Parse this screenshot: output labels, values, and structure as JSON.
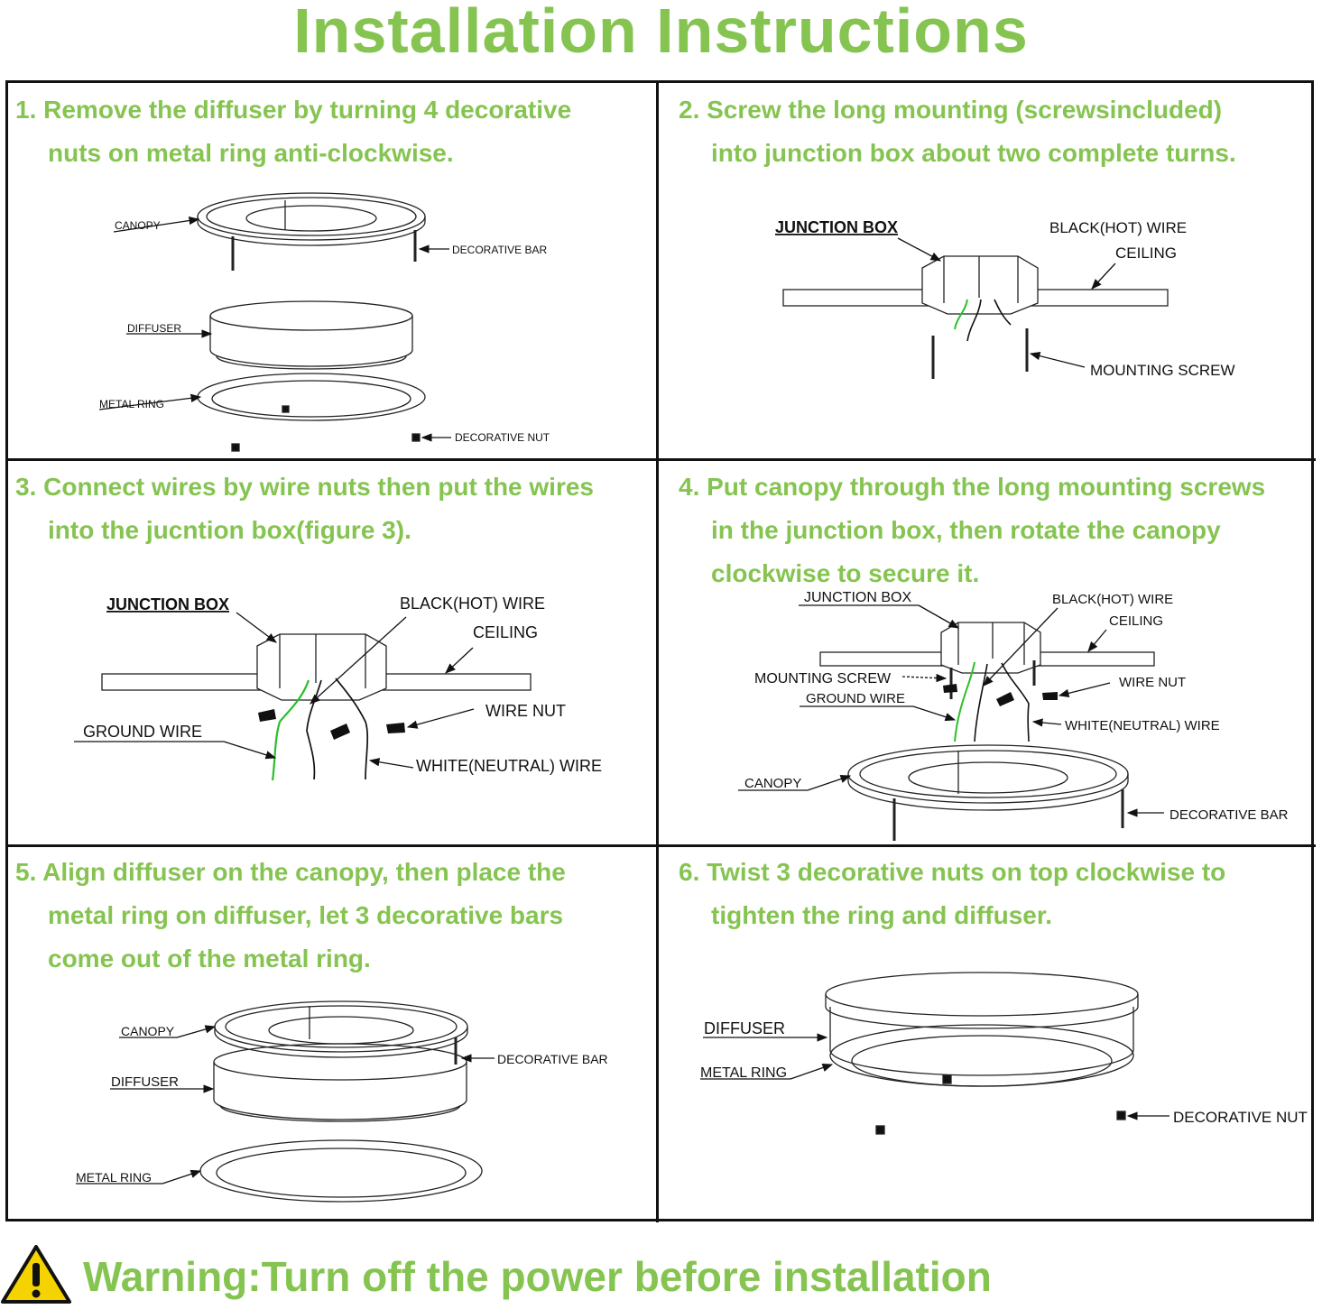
{
  "title": "Installation Instructions",
  "steps": [
    {
      "line1": "1. Remove the diffuser by turning 4 decorative",
      "line2": "nuts on metal ring anti-clockwise.",
      "line3": ""
    },
    {
      "line1": "2. Screw the long mounting (screwsincluded)",
      "line2": "into junction box about two complete turns.",
      "line3": ""
    },
    {
      "line1": "3. Connect wires by wire nuts then put the wires",
      "line2": "into the jucntion box(figure 3).",
      "line3": ""
    },
    {
      "line1": "4. Put canopy through the long mounting screws",
      "line2": "in the junction box, then rotate the canopy",
      "line3": "clockwise to secure it."
    },
    {
      "line1": "5. Align diffuser on the canopy, then place the",
      "line2": "metal ring on diffuser, let 3 decorative bars",
      "line3": "come out of the metal ring."
    },
    {
      "line1": "6. Twist 3 decorative nuts on top clockwise to",
      "line2": "tighten the ring and diffuser.",
      "line3": ""
    }
  ],
  "labels": {
    "canopy": "CANOPY",
    "decorative_bar": "DECORATIVE BAR",
    "diffuser": "DIFFUSER",
    "metal_ring": "METAL RING",
    "decorative_nut": "DECORATIVE NUT",
    "junction_box": "JUNCTION BOX",
    "black_hot_wire": "BLACK(HOT) WIRE",
    "ceiling": "CEILING",
    "mounting_screw": "MOUNTING SCREW",
    "wire_nut": "WIRE NUT",
    "ground_wire": "GROUND WIRE",
    "white_neutral_wire": "WHITE(NEUTRAL) WIRE"
  },
  "warning": "Warning:Turn off the power before installation",
  "colors": {
    "accent_green": "#86c451",
    "ink": "#111111",
    "wire_green": "#2bbf2b"
  },
  "icons": [
    "warning-triangle-icon"
  ]
}
